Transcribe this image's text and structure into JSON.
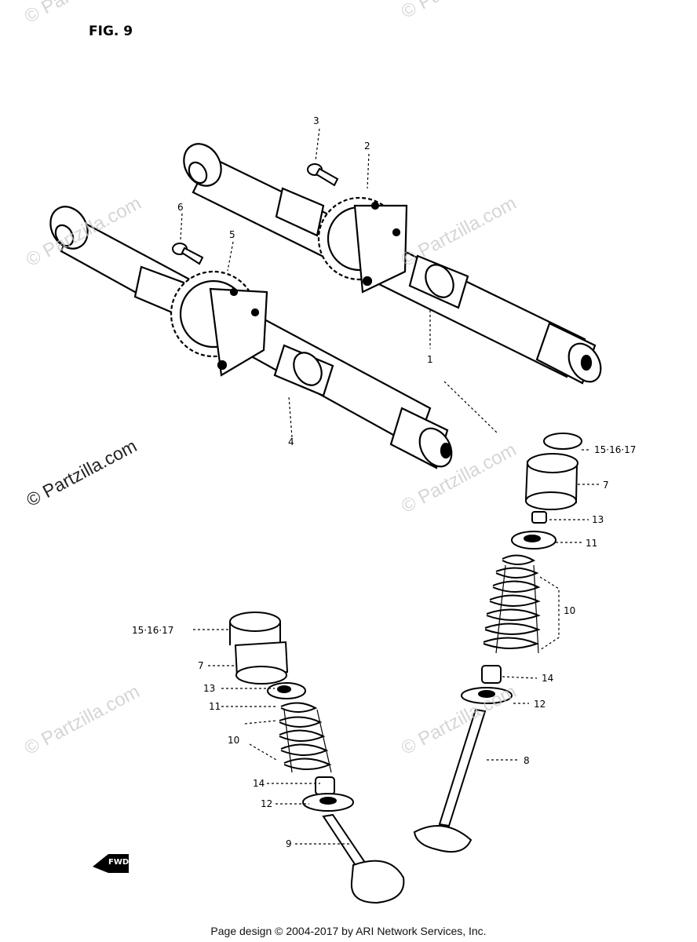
{
  "figure": {
    "label": "FIG. 9"
  },
  "footer": {
    "text": "Page design © 2004-2017 by ARI Network Services, Inc."
  },
  "watermark": {
    "text": "© Partzilla.com"
  },
  "direction_marker": {
    "text": "FWD"
  },
  "callouts": {
    "c1": "1",
    "c2": "2",
    "c3": "3",
    "c4": "4",
    "c5": "5",
    "c6": "6",
    "c7_right": "7",
    "c7_left": "7",
    "c8": "8",
    "c9": "9",
    "c10_right": "10",
    "c10_left": "10",
    "c11_right": "11",
    "c11_left": "11",
    "c12_right": "12",
    "c12_left": "12",
    "c13_right": "13",
    "c13_left": "13",
    "c14_right": "14",
    "c14_left": "14",
    "shim_right": "15·16·17",
    "shim_left": "15·16·17"
  }
}
